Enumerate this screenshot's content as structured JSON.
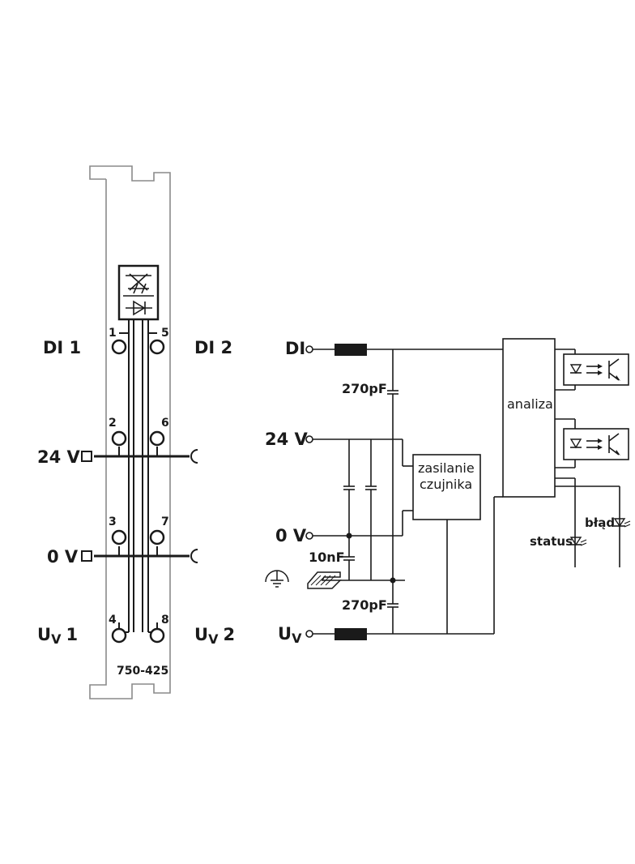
{
  "module": {
    "part_number": "750-425",
    "pin_numbers": [
      "1",
      "2",
      "3",
      "4",
      "5",
      "6",
      "7",
      "8"
    ]
  },
  "terminal_labels": {
    "di1": "DI 1",
    "di2": "DI 2",
    "v24": "24 V",
    "v0": "0 V",
    "uv1_main": "U",
    "uv1_sub": "V",
    "uv1_num": "1",
    "uv2_main": "U",
    "uv2_sub": "V",
    "uv2_num": "2"
  },
  "circuit": {
    "input_di": "DI",
    "input_24v": "24 V",
    "input_0v": "0 V",
    "input_uv_main": "U",
    "input_uv_sub": "V",
    "cap_top": "270pF",
    "cap_mid": "10nF",
    "cap_bottom": "270pF",
    "sensor_supply_line1": "zasilanie",
    "sensor_supply_line2": "czujnika",
    "analysis": "analiza",
    "status": "status",
    "error": "błąd"
  }
}
